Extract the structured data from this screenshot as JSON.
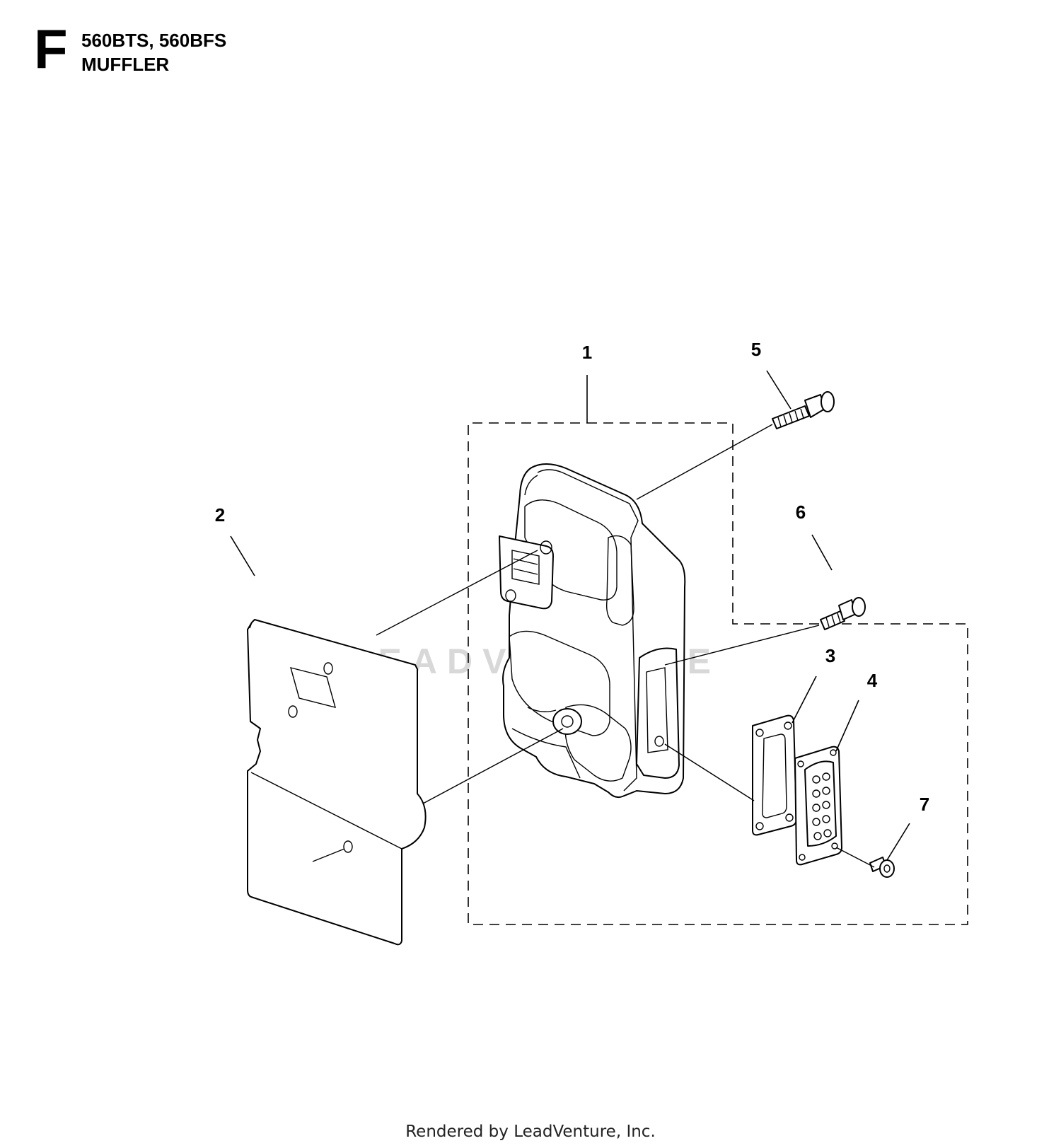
{
  "header": {
    "section_letter": "F",
    "models": "560BTS, 560BFS",
    "assembly_name": "MUFFLER"
  },
  "callouts": [
    "1",
    "2",
    "3",
    "4",
    "5",
    "6",
    "7"
  ],
  "watermark": "LEADVENTURE",
  "footer": "Rendered by LeadVenture, Inc."
}
